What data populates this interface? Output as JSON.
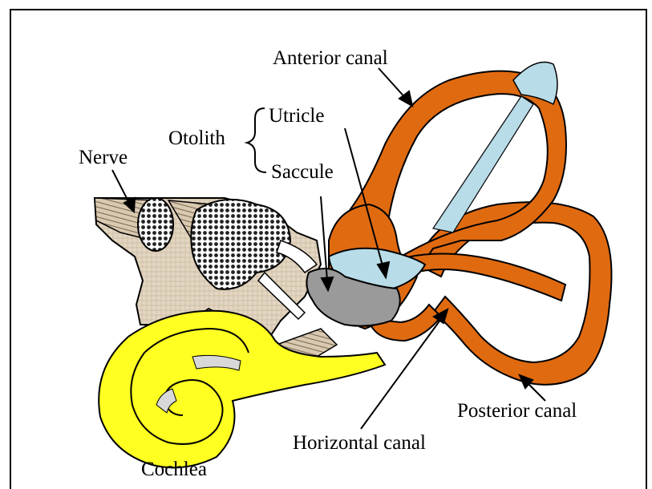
{
  "labels": {
    "anterior_canal": "Anterior canal",
    "utricle": "Utricle",
    "otolith": "Otolith",
    "nerve": "Nerve",
    "saccule": "Saccule",
    "posterior_canal": "Posterior canal",
    "horizontal_canal": "Horizontal canal",
    "cochlea": "Cochlea"
  },
  "colors": {
    "canal": "#e06a10",
    "utricle": "#b8dce8",
    "saccule": "#9a9a9a",
    "cochlea": "#ffff22",
    "nerve": "#d8c8b0",
    "outline": "#000000"
  }
}
